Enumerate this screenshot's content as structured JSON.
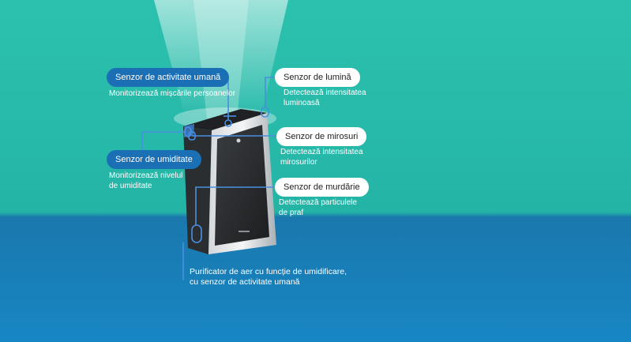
{
  "colors": {
    "teal": "#2cc1ae",
    "blue": "#1786c4",
    "label_blue": "#1a6fb5",
    "callout_line": "#4a8fe0"
  },
  "sensors": {
    "human_activity": {
      "label": "Senzor de activitate umană",
      "desc": [
        "Monitorizează mișcările persoanelor"
      ]
    },
    "humidity": {
      "label": "Senzor de umiditate",
      "desc": [
        "Monitorizează nivelul",
        "de umiditate"
      ]
    },
    "light": {
      "label": "Senzor de lumină",
      "desc": [
        "Detectează intensitatea",
        "luminoasă"
      ]
    },
    "odor": {
      "label": "Senzor de mirosuri",
      "desc": [
        "Detectează intensitatea",
        "mirosurilor"
      ]
    },
    "dirt": {
      "label": "Senzor de murdărie",
      "desc": [
        "Detectează particulele",
        "de praf"
      ]
    }
  },
  "caption": [
    "Purificator de aer cu funcție de umidificare,",
    "cu senzor de activitate umană"
  ]
}
